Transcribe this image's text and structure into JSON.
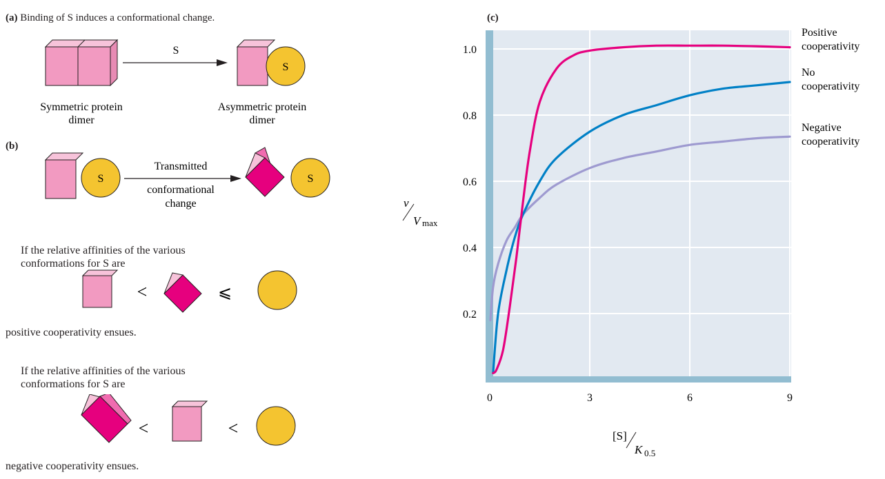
{
  "panel_a": {
    "label": "(a)",
    "caption": "Binding of S induces a conformational change.",
    "arrow_label": "S",
    "ligand": "S",
    "left_caption_1": "Symmetric protein",
    "left_caption_2": "dimer",
    "right_caption_1": "Asymmetric protein",
    "right_caption_2": "dimer"
  },
  "panel_b": {
    "label": "(b)",
    "ligand": "S",
    "arrow_top": "Transmitted",
    "arrow_bottom_1": "conformational",
    "arrow_bottom_2": "change",
    "if_text_1a": "If the relative affinities of the various",
    "if_text_1b": "conformations for S are",
    "relation_1": [
      "<",
      "⩽"
    ],
    "result_1": "positive cooperativity ensues.",
    "if_text_2a": "If the relative affinities of the various",
    "if_text_2b": "conformations for S are",
    "relation_2": [
      "<",
      "<"
    ],
    "result_2": "negative cooperativity ensues."
  },
  "panel_c": {
    "label": "(c)",
    "ylabel_num": "v",
    "ylabel_den": "V",
    "ylabel_den_sub": "max",
    "xlabel_num": "[S]",
    "xlabel_den": "K",
    "xlabel_den_sub": "0.5"
  },
  "colors": {
    "pink_square": "#f29ac1",
    "pink_top": "#f7c3da",
    "magenta": "#e6007e",
    "magenta_light": "#f06cb0",
    "yellow": "#f4c430",
    "plot_bg": "#e2e9f1",
    "axis_band": "#92bdd1",
    "positive": "#e6007e",
    "none": "#0080c6",
    "negative": "#9e9ad0"
  },
  "chart_data": {
    "type": "line",
    "x_tick_labels": [
      "0",
      "3",
      "6",
      "9"
    ],
    "y_tick_labels": [
      "0.2",
      "0.4",
      "0.6",
      "0.8",
      "1.0"
    ],
    "xlim": [
      0,
      9
    ],
    "ylim": [
      0,
      1.05
    ],
    "grid": true,
    "legend": "right",
    "series": [
      {
        "name": "Positive cooperativity",
        "name_lines": [
          "Positive",
          "cooperativity"
        ],
        "color": "#e6007e",
        "x": [
          0.1,
          0.2,
          0.4,
          0.6,
          0.8,
          1.0,
          1.2,
          1.5,
          2.0,
          2.5,
          3.0,
          4.0,
          5.0,
          6.0,
          7.0,
          8.0,
          9.0
        ],
        "y": [
          0.02,
          0.03,
          0.09,
          0.22,
          0.37,
          0.54,
          0.69,
          0.84,
          0.94,
          0.98,
          0.995,
          1.005,
          1.01,
          1.01,
          1.01,
          1.008,
          1.005
        ]
      },
      {
        "name": "No cooperativity",
        "name_lines": [
          "No",
          "cooperativity"
        ],
        "color": "#0080c6",
        "x": [
          0.1,
          0.25,
          0.5,
          0.75,
          1.0,
          1.5,
          2.0,
          3.0,
          4.0,
          5.0,
          6.0,
          7.0,
          8.0,
          9.0
        ],
        "y": [
          0.02,
          0.2,
          0.33,
          0.43,
          0.5,
          0.6,
          0.67,
          0.75,
          0.8,
          0.83,
          0.86,
          0.88,
          0.89,
          0.9
        ]
      },
      {
        "name": "Negative cooperativity",
        "name_lines": [
          "Negative",
          "cooperativity"
        ],
        "color": "#9e9ad0",
        "x": [
          0.02,
          0.1,
          0.25,
          0.5,
          0.75,
          1.0,
          1.5,
          2.0,
          3.0,
          4.0,
          5.0,
          6.0,
          7.0,
          8.0,
          9.0
        ],
        "y": [
          0.18,
          0.28,
          0.35,
          0.42,
          0.46,
          0.5,
          0.55,
          0.59,
          0.64,
          0.67,
          0.69,
          0.71,
          0.72,
          0.73,
          0.735
        ]
      }
    ]
  }
}
